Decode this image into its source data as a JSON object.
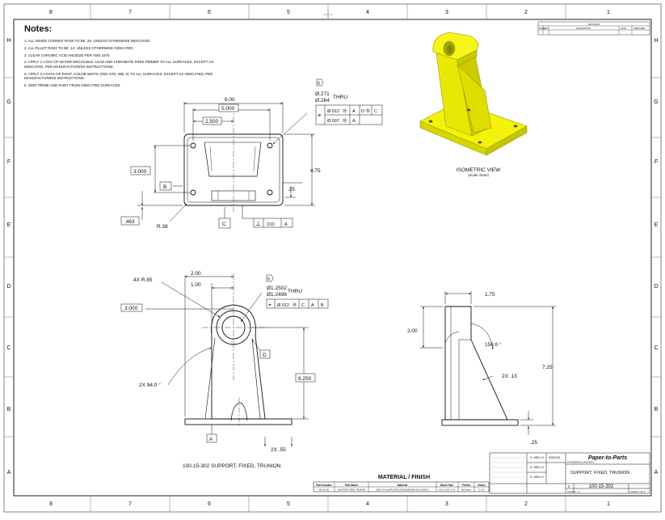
{
  "border": {
    "columns": [
      "8",
      "7",
      "6",
      "5",
      "4",
      "3",
      "2",
      "1"
    ],
    "rows": [
      "H",
      "G",
      "F",
      "E",
      "D",
      "C",
      "B",
      "A"
    ]
  },
  "notes": {
    "title": "Notes:",
    "items": [
      "1.  ALL INSIDE CORNER RADII TO BE .25, UNLESS OTHERWISE INDICATED.",
      "2.  ALL FILLET RADII TO BE .12, UNLESS OTHERWISE INDICATED.",
      "3.  CLEAR CHROMIC ACID ANODIZE PER AMS 2470.",
      "4.  APPLY 1 COAT OF WATER REDUCIBLE, LEAD AND CHROMATE FREE PRIMER TO ALL SURFACES, EXCEPT AS INDICATED, PER MANUFACTURERS INSTRUCTIONS.",
      "5.  APPLY 2 COATS OF PAINT, COLOR WHITE (FED STD. 595, 0) TO ALL SURFACES, EXCEPT AS INDICATED, PER MANUFACTURERS INSTRUCTIONS.",
      "6.  OMIT PRIME AND PAINT FROM INDICATED SURFACES."
    ]
  },
  "top_view": {
    "dim_600": "6.00",
    "dim_5000": "5.000",
    "dim_2500": "2.500",
    "dim_3000": "3.000",
    "dim_475": "4.75",
    "dim_25": ".25",
    "dim_463": ".463",
    "dim_r38": "R.38",
    "note_flag": "6",
    "hole_dia_1": "Ø.271",
    "hole_dia_2": "Ø.264",
    "thru": "THRU",
    "fcf1_sym": "⌖",
    "fcf1_row1_tol": "Ø.012",
    "fcf1_row1_mod": "Ⓜ",
    "fcf1_row1_ref1": "A",
    "fcf1_row1_ref2": "D Ⓜ",
    "fcf1_row1_ref3": "C",
    "fcf1_row2_tol": "Ø.007",
    "fcf1_row2_mod": "Ⓜ",
    "fcf1_row2_ref": "A",
    "datum_b": "B",
    "datum_c": "C",
    "perp_sym": "⊥",
    "perp_tol": ".010",
    "perp_ref": "A"
  },
  "iso": {
    "label": "ISOMETRIC VIEW",
    "scale": "(Scale: None)",
    "body_color": "#f2f20a",
    "edge_color": "#9a9a00"
  },
  "front_view": {
    "dim_4xr85": "4X  R.85",
    "dim_200": "2.00",
    "dim_100": "1.00",
    "dim_3000": "3.000",
    "dim_6250": "6.250",
    "dim_2x94": "2X  94.0 °",
    "dim_2x55": "2X  .55",
    "note_flag": "6",
    "bore_dia_1": "Ø1.2502",
    "bore_dia_2": "Ø1.2496",
    "thru": "THRU",
    "fcf_sym": "⌖",
    "fcf_tol": "Ø.012",
    "fcf_mod": "Ⓜ",
    "fcf_ref1": "C",
    "fcf_ref2": "A",
    "fcf_ref3": "B",
    "datum_d": "D",
    "datum_a": "A",
    "caption": "100-15-302   SUPPORT, FIXED, TRUNION"
  },
  "side_view": {
    "dim_175": "1.75",
    "dim_200": "2.00",
    "dim_1580": "158.0 °",
    "dim_725": "7.25",
    "dim_2x13": "2X  .13",
    "dim_25": ".25"
  },
  "material": {
    "title": "MATERIAL / FINISH",
    "headers": [
      "Part Number",
      "Part Name",
      "Material",
      "Stock Size",
      "Finish",
      "Notes"
    ],
    "row": [
      "100-15-302",
      "SUPPORT, FIXED, TRUNION",
      "6061-T6 ALUM PLATE (ASTM-B209/AMS-QQ-A-250/11)",
      "5.00 X 6.00 X 7.5",
      "See Notes",
      "3, 4, 5"
    ]
  },
  "title_block": {
    "company": "Paper-to-Parts",
    "company_sub": "ENGINEERING DRAWINGS",
    "drawn_by": "D. WELLS",
    "drawn_date": "9/25/2013",
    "checked_by": "D. WELLS",
    "approved_by": "D. WELLS",
    "title": "SUPPORT, FIXED, TRUNION",
    "size": "E",
    "dwg_no": "100-15-302",
    "rev": "",
    "scale": "SCALE  1 : 1",
    "sheet": "SHEET 1 OF 1"
  },
  "revisions": {
    "title": "REVISIONS",
    "headers": [
      "ZONE",
      "REV",
      "DESCRIPTION",
      "DATE",
      "APPROVED"
    ]
  }
}
